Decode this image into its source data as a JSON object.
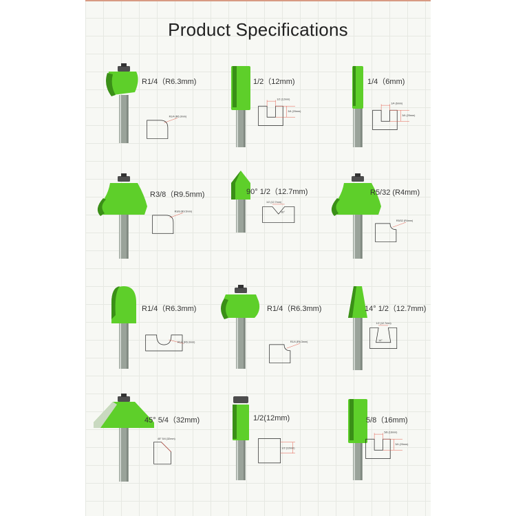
{
  "title": "Product Specifications",
  "colors": {
    "bit_green": "#5ecf2a",
    "shank_gray": "#9aa39a",
    "dimension_red": "#e04a3a"
  },
  "items": [
    {
      "type": "roundover-bearing",
      "label": "R1/4（R6.3mm)",
      "profile": "roundover",
      "dims": [
        "R1/4 (R6.3mm)"
      ]
    },
    {
      "type": "straight",
      "label": "1/2（12mm)",
      "profile": "dado",
      "dims": [
        "1/2 (12mm)",
        "3/4 (20mm)"
      ]
    },
    {
      "type": "straight-narrow",
      "label": "1/4（6mm)",
      "profile": "dado",
      "dims": [
        "1/4 (6mm)",
        "3/4 (20mm)"
      ]
    },
    {
      "type": "ogee-bearing",
      "label": "R3/8（R9.5mm)",
      "profile": "roundover",
      "dims": [
        "R3/8 (R9.5mm)"
      ]
    },
    {
      "type": "v-groove",
      "label": "90° 1/2（12.7mm)",
      "profile": "vgroove",
      "dims": [
        "1/2 (12.7mm)",
        "90°"
      ]
    },
    {
      "type": "ogee-bearing",
      "label": "R5/32 (R4mm)",
      "profile": "cove",
      "dims": [
        "R5/32 (R4mm)"
      ]
    },
    {
      "type": "core-box",
      "label": "R1/4（R6.3mm)",
      "profile": "corebox",
      "dims": [
        "R1/4 (R6.3mm)"
      ]
    },
    {
      "type": "cove-bearing",
      "label": "R1/4（R6.3mm)",
      "profile": "cove",
      "dims": [
        "R1/4 (R6.3mm)"
      ]
    },
    {
      "type": "dovetail",
      "label": "14° 1/2（12.7mm)",
      "profile": "dovetail",
      "dims": [
        "1/2 (12.7mm)",
        "14°"
      ]
    },
    {
      "type": "chamfer-bearing",
      "label": "45° 5/4（32mm)",
      "profile": "chamfer",
      "dims": [
        "45° 5/4 (32mm)"
      ]
    },
    {
      "type": "flush-trim",
      "label": "1/2(12mm)",
      "profile": "flush",
      "dims": [
        "1/2 (12mm)"
      ]
    },
    {
      "type": "straight",
      "label": "5/8（16mm)",
      "profile": "dado",
      "dims": [
        "5/8 (16mm)",
        "3/4 (20mm)"
      ]
    }
  ]
}
